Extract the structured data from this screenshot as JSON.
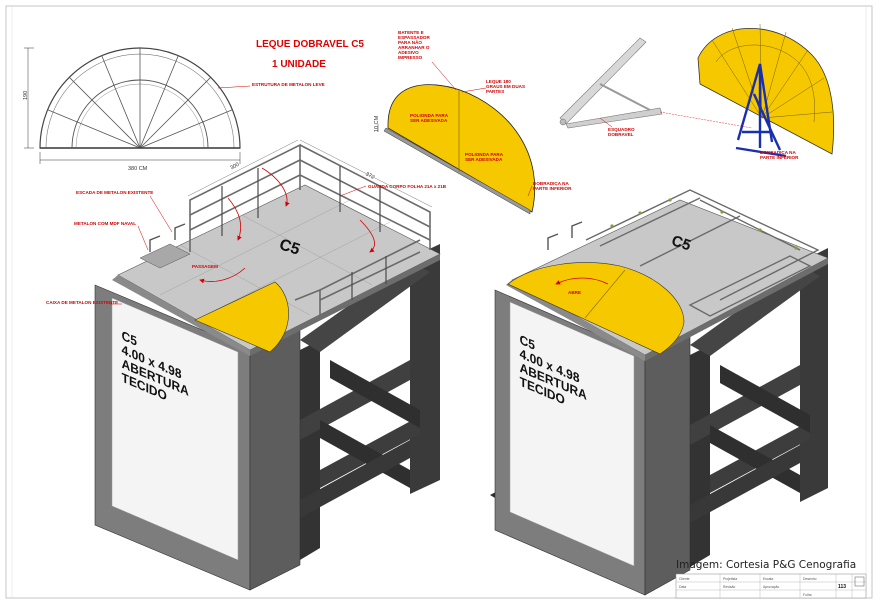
{
  "title": {
    "main": "LEQUE DOBRAVEL C5",
    "sub": "1 UNIDADE"
  },
  "elevation": {
    "width_label": "380 CM",
    "height_label": "190",
    "structure_label": "ESTRUTURA DE METALON LEVE"
  },
  "fan_side": {
    "thickness_label": "10 CM",
    "batten_label": [
      "BATENTE E",
      "ESPASSADOR",
      "PARA NÃO",
      "ARRANHAR O",
      "ADESIVO",
      "IMPRESSO"
    ],
    "folded_label": [
      "LEQUE 180",
      "GRAUS EM DUAS",
      "PARTES"
    ],
    "polionda_top": [
      "POLIONDA PARA",
      "SER ADESIVADA"
    ],
    "polionda_bottom": [
      "POLIONDA PARA",
      "SER ADESIVADA"
    ],
    "hinge_label": [
      "DOBRADIÇA NA",
      "PARTE INFERIOR"
    ]
  },
  "bracket": {
    "label": [
      "ESQUADRO",
      "DOBRAVEL"
    ]
  },
  "fan_3d": {
    "hinge_label": [
      "DOBRADIÇA NA",
      "PARTE INFERIOR"
    ]
  },
  "model_left": {
    "roof_label": "C5",
    "panel_lines": [
      "C5",
      "4.00 x 4.98",
      "ABERTURA",
      "TECIDO"
    ],
    "dim_a": "300",
    "dim_b": "372",
    "passagem": "PASSAGEM",
    "labels": {
      "guard": "GUARDA CORPO FOLHA 21A x 21B",
      "stair": "ESCADA DE METALON EXISTENTE",
      "mdf": "METALON COM MDF NAVAL",
      "box": "CAIXA DE METALON EXISTENTE"
    }
  },
  "model_right": {
    "roof_label": "C5",
    "panel_lines": [
      "C5",
      "4.00 x 4.98",
      "ABERTURA",
      "TECIDO"
    ],
    "abre": "ABRE"
  },
  "credit": "Imagem: Cortesia P&G Cenografia",
  "title_block": {
    "sheet_number": "113",
    "fields": [
      "Cliente",
      "Data",
      "Projetista",
      "Revisão",
      "Escala",
      "Aprovação",
      "Desenho",
      "Folha"
    ]
  },
  "colors": {
    "yellow": "#f5c800",
    "red_label": "#d40000",
    "steel_dark": "#3a3a3a",
    "steel_mid": "#7d7d7d",
    "steel_light": "#c4c4c4",
    "panel_white": "#f4f4f4",
    "frame_blue": "#1a2fb0"
  }
}
